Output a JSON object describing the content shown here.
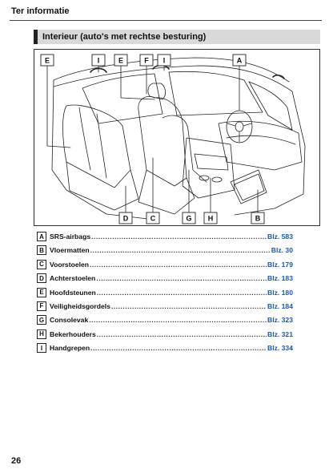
{
  "header": {
    "label": "Ter informatie"
  },
  "section": {
    "title": "Interieur (auto's met rechtse besturing)"
  },
  "figure": {
    "callouts_top": [
      "E",
      "I",
      "E",
      "F",
      "I",
      "A"
    ],
    "callouts_bottom": [
      "D",
      "C",
      "G",
      "H",
      "B"
    ]
  },
  "index": [
    {
      "letter": "A",
      "title": "SRS-airbags",
      "page": "Blz. 583"
    },
    {
      "letter": "B",
      "title": "Vloermatten",
      "page": "Blz. 30"
    },
    {
      "letter": "C",
      "title": "Voorstoelen",
      "page": "Blz. 179"
    },
    {
      "letter": "D",
      "title": "Achterstoelen",
      "page": "Blz. 183"
    },
    {
      "letter": "E",
      "title": "Hoofdsteunen",
      "page": "Blz. 180"
    },
    {
      "letter": "F",
      "title": "Veiligheidsgordels",
      "page": "Blz. 184"
    },
    {
      "letter": "G",
      "title": "Consolevak",
      "page": "Blz. 323"
    },
    {
      "letter": "H",
      "title": "Bekerhouders",
      "page": "Blz. 321"
    },
    {
      "letter": "I",
      "title": "Handgrepen",
      "page": "Blz. 334"
    }
  ],
  "footer": {
    "page_number": "26"
  }
}
